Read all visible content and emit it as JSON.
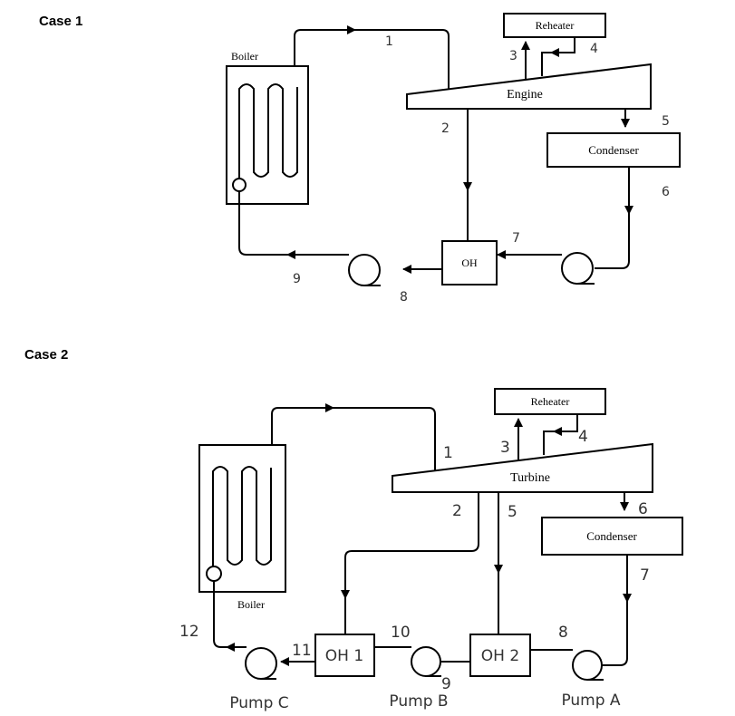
{
  "case1": {
    "title": "Case 1",
    "boiler": "Boiler",
    "reheater": "Reheater",
    "engine": "Engine",
    "condenser": "Condenser",
    "oh": "OH",
    "states": {
      "s1": "1",
      "s2": "2",
      "s3": "3",
      "s4": "4",
      "s5": "5",
      "s6": "6",
      "s7": "7",
      "s8": "8",
      "s9": "9"
    }
  },
  "case2": {
    "title": "Case 2",
    "boiler": "Boiler",
    "reheater": "Reheater",
    "turbine": "Turbine",
    "condenser": "Condenser",
    "oh1": "OH 1",
    "oh2": "OH 2",
    "pump_a": "Pump A",
    "pump_b": "Pump B",
    "pump_c": "Pump C",
    "states": {
      "s1": "1",
      "s2": "2",
      "s3": "3",
      "s4": "4",
      "s5": "5",
      "s6": "6",
      "s7": "7",
      "s8": "8",
      "s9": "9",
      "s10": "10",
      "s11": "11",
      "s12": "12"
    }
  }
}
